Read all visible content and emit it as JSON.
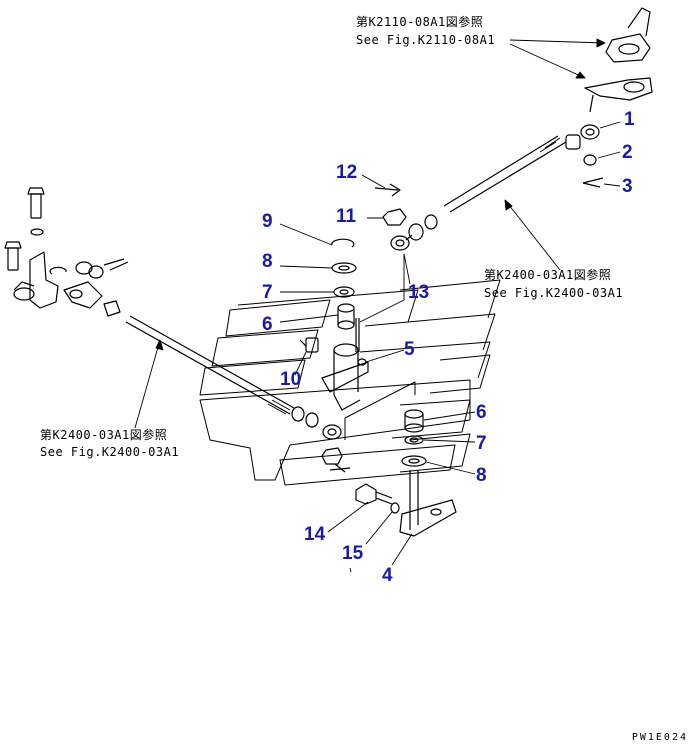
{
  "references": [
    {
      "id": "ref-k2110",
      "jp": "第K2110-08A1図参照",
      "en": "See Fig.K2110-08A1"
    },
    {
      "id": "ref-k2400-right",
      "jp": "第K2400-03A1図参照",
      "en": "See Fig.K2400-03A1"
    },
    {
      "id": "ref-k2400-left",
      "jp": "第K2400-03A1図参照",
      "en": "See Fig.K2400-03A1"
    }
  ],
  "callouts": [
    "1",
    "2",
    "3",
    "12",
    "11",
    "9",
    "8",
    "7",
    "6",
    "13",
    "5",
    "10",
    "6",
    "7",
    "8",
    "14",
    "15",
    "4"
  ],
  "drawing_code": "PW1E024",
  "colors": {
    "callout": "#1a1aa6",
    "line": "#000000",
    "background": "#ffffff"
  }
}
